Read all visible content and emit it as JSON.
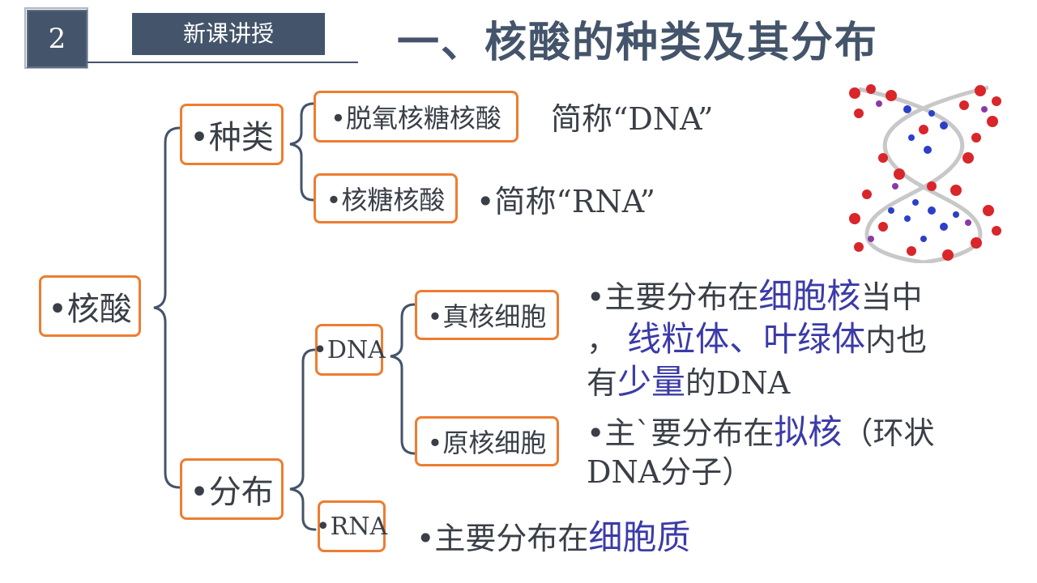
{
  "header": {
    "slide_number": "2",
    "section_tag": "新课讲授",
    "title": "一、核酸的种类及其分布"
  },
  "tree": {
    "root": "•核酸",
    "types": {
      "label": "•种类",
      "dna": {
        "box": "•脱氧核糖核酸",
        "note": "简称“DNA”"
      },
      "rna": {
        "box": "•核糖核酸",
        "note": "•简称“RNA”"
      }
    },
    "distribution": {
      "label": "•分布",
      "dna": {
        "box": "•DNA",
        "eukaryote": {
          "box": "•真核细胞",
          "desc_parts": [
            "•主要分布在",
            "细胞核",
            "当中",
            "，",
            "线粒体、叶绿体",
            "内也",
            "有",
            "少量",
            "的DNA"
          ]
        },
        "prokaryote": {
          "box": "•原核细胞",
          "desc_parts": [
            "•主`要分布在",
            "拟核",
            "（环状",
            "DNA分子）"
          ]
        }
      },
      "rna": {
        "box": "•RNA",
        "desc_parts": [
          "•主要分布在",
          "细胞质"
        ]
      }
    }
  },
  "colors": {
    "box_border": "#ed7d31",
    "bracket": "#44546a",
    "highlight": "#3b3ba8",
    "header_bg": "#44546a"
  },
  "image": {
    "name": "dna-double-helix-image"
  }
}
